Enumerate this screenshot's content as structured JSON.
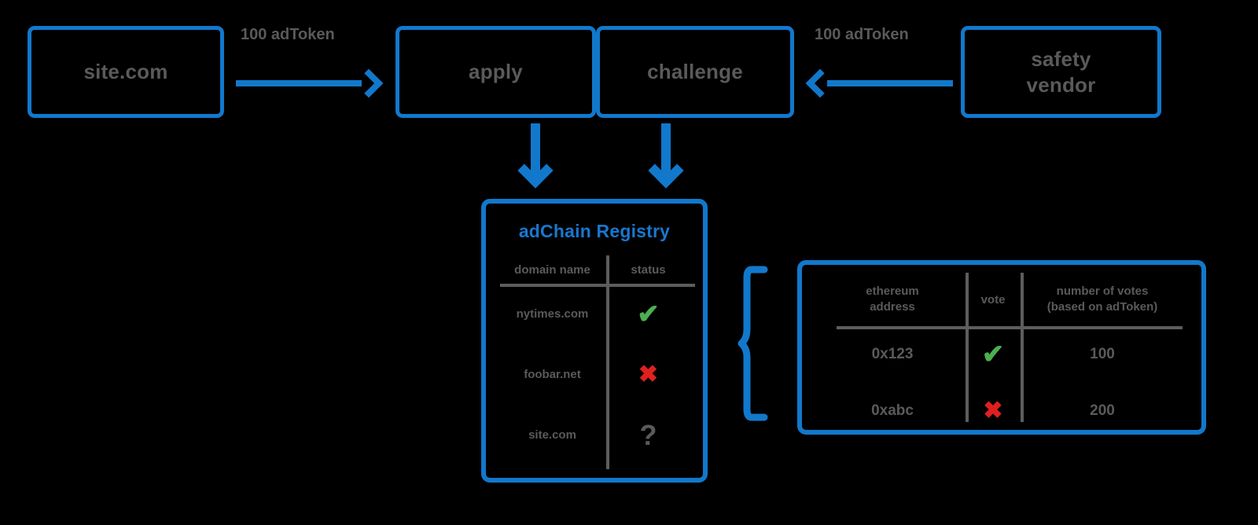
{
  "colors": {
    "accent_blue": "#1278CC",
    "text_gray": "#5a5a5a",
    "check_green": "#4CAF50",
    "cross_red": "#E02020",
    "background": "#000000"
  },
  "nodes": {
    "site": "site.com",
    "apply": "apply",
    "challenge": "challenge",
    "vendor_line1": "safety",
    "vendor_line2": "vendor"
  },
  "edges": {
    "apply_label": "100 adToken",
    "challenge_label": "100 adToken"
  },
  "registry": {
    "title": "adChain Registry",
    "columns": [
      "domain name",
      "status"
    ],
    "rows": [
      {
        "domain": "nytimes.com",
        "status": "check",
        "glyph": "✔"
      },
      {
        "domain": "foobar.net",
        "status": "cross",
        "glyph": "✖"
      },
      {
        "domain": "site.com",
        "status": "unknown",
        "glyph": "?"
      }
    ]
  },
  "votes": {
    "columns": [
      "ethereum\naddress",
      "vote",
      "number of votes\n(based on adToken)"
    ],
    "columns_display": {
      "address_line1": "ethereum",
      "address_line2": "address",
      "vote": "vote",
      "count_line1": "number of votes",
      "count_line2": "(based on adToken)"
    },
    "rows": [
      {
        "address": "0x123",
        "vote": "check",
        "glyph": "✔",
        "count": "100"
      },
      {
        "address": "0xabc",
        "vote": "cross",
        "glyph": "✖",
        "count": "200"
      }
    ]
  }
}
